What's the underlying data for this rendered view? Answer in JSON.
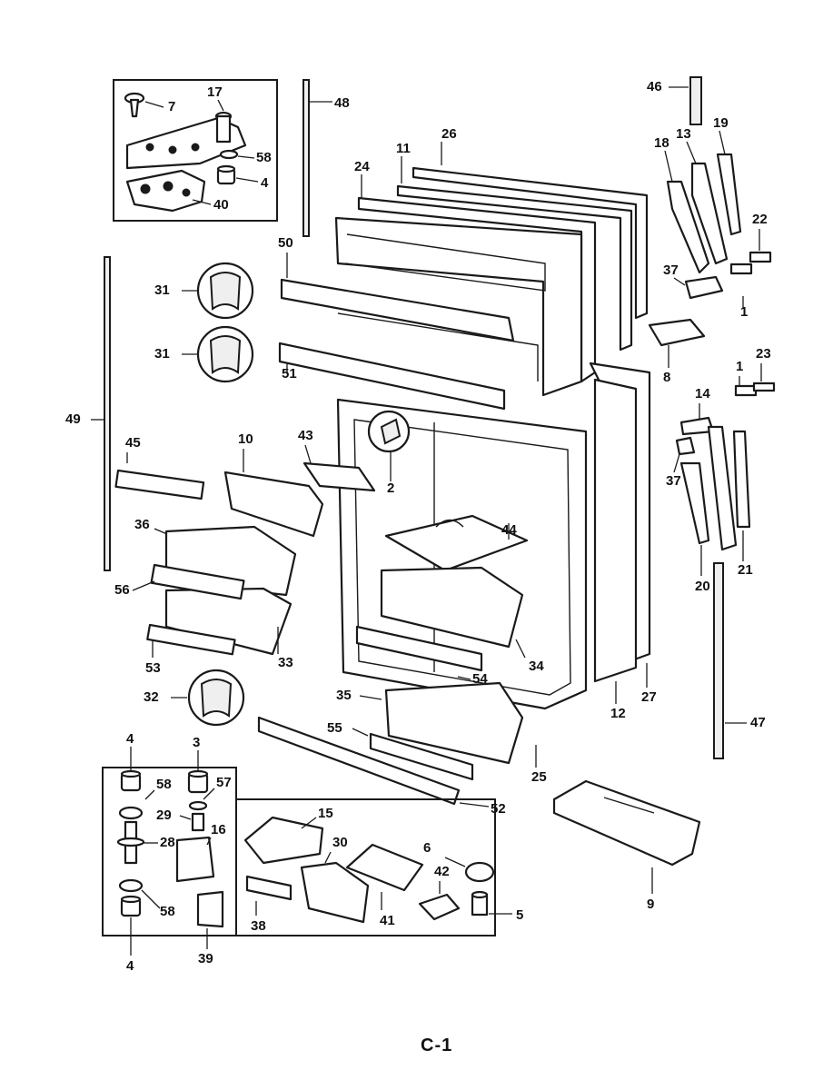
{
  "page_ref": "C-1",
  "callouts": [
    "1",
    "2",
    "3",
    "4",
    "5",
    "6",
    "7",
    "8",
    "9",
    "10",
    "11",
    "12",
    "13",
    "14",
    "15",
    "16",
    "17",
    "18",
    "19",
    "20",
    "21",
    "22",
    "23",
    "24",
    "25",
    "26",
    "27",
    "28",
    "29",
    "30",
    "31",
    "32",
    "33",
    "34",
    "35",
    "36",
    "37",
    "38",
    "39",
    "40",
    "41",
    "42",
    "43",
    "44",
    "45",
    "46",
    "47",
    "48",
    "49",
    "50",
    "51",
    "52",
    "53",
    "54",
    "55",
    "56",
    "57",
    "58"
  ]
}
